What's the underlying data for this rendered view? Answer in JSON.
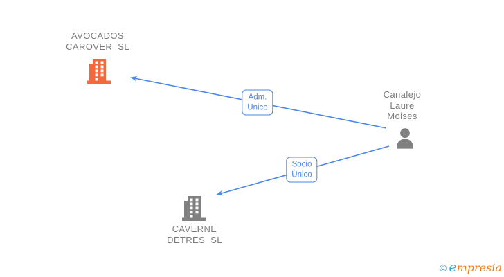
{
  "diagram": {
    "nodes": [
      {
        "id": "avocados",
        "label": "AVOCADOS\nCAROVER  SL",
        "icon": "building-icon",
        "icon_color": "#f4683c"
      },
      {
        "id": "person",
        "label": "Canalejo\nLaure\nMoises",
        "icon": "person-icon",
        "icon_color": "#808080"
      },
      {
        "id": "caverne",
        "label": "CAVERNE\nDETRES  SL",
        "icon": "building-icon",
        "icon_color": "#808080"
      }
    ],
    "edges": [
      {
        "id": "adm-unico",
        "label": "Adm.\nUnico",
        "from": "person",
        "to": "avocados"
      },
      {
        "id": "socio-unico",
        "label": "Socio\nÚnico",
        "from": "person",
        "to": "caverne"
      }
    ]
  },
  "footer": {
    "copyright": "©",
    "brand_e": "e",
    "brand_rest": "mpresia"
  },
  "colors": {
    "edge_blue": "#4a86e8",
    "text_gray": "#7b7b7b",
    "node_gray": "#808080",
    "building_orange": "#f4683c",
    "logo_copyright": "#3a9bbf",
    "logo_blue": "#36a3dc",
    "logo_orange": "#ef7f1a"
  }
}
